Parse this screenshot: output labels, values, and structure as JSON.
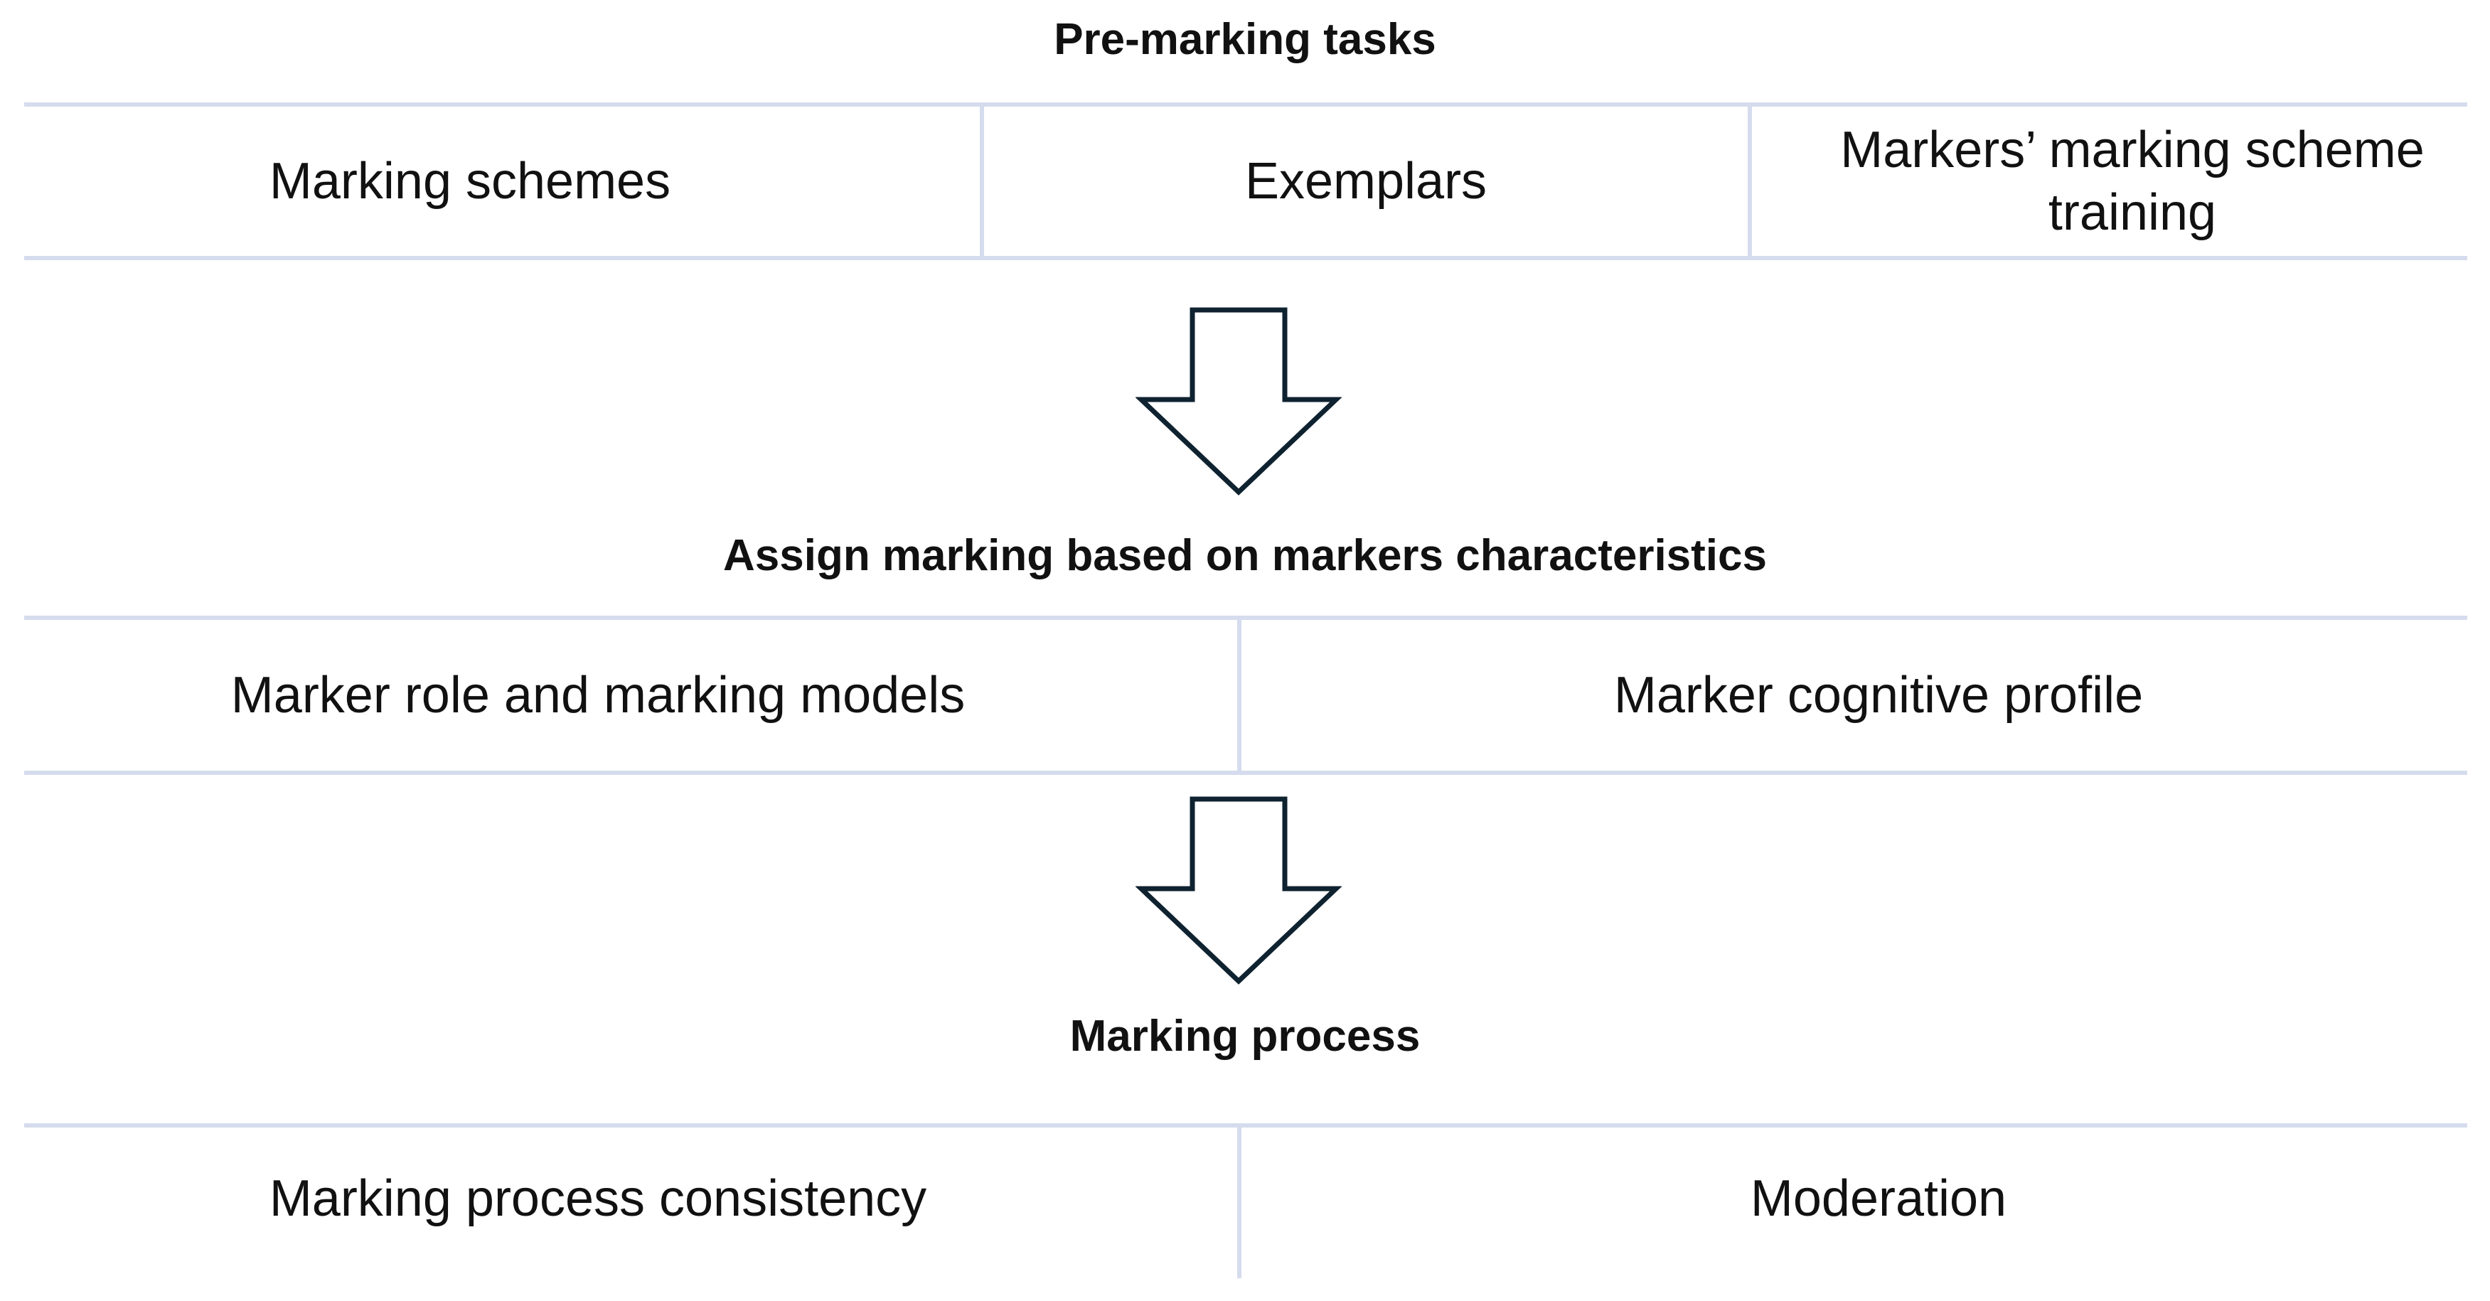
{
  "sections": [
    {
      "heading": "Pre-marking tasks",
      "items": [
        "Marking schemes",
        "Exemplars",
        "Markers’ marking scheme training"
      ]
    },
    {
      "heading": "Assign marking based on markers characteristics",
      "items": [
        "Marker role and marking models",
        "Marker cognitive profile"
      ]
    },
    {
      "heading": "Marking process",
      "items": [
        "Marking process consistency",
        "Moderation"
      ]
    }
  ],
  "colors": {
    "divider": "#d5dced",
    "arrow_stroke": "#0f2230",
    "text": "#111111"
  },
  "icons": [
    "down-arrow-icon",
    "down-arrow-icon"
  ]
}
